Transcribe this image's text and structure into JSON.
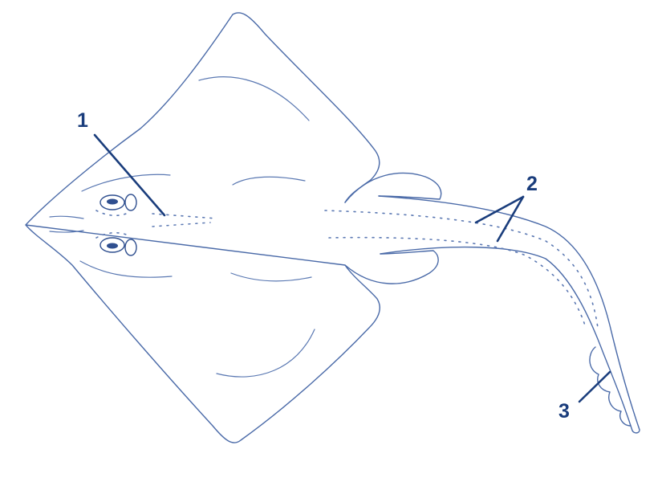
{
  "callouts": [
    {
      "number": "1"
    },
    {
      "number": "2"
    },
    {
      "number": "3"
    }
  ],
  "colors": {
    "ink": "#1a3d7c",
    "outline": "#4a6aa8"
  }
}
